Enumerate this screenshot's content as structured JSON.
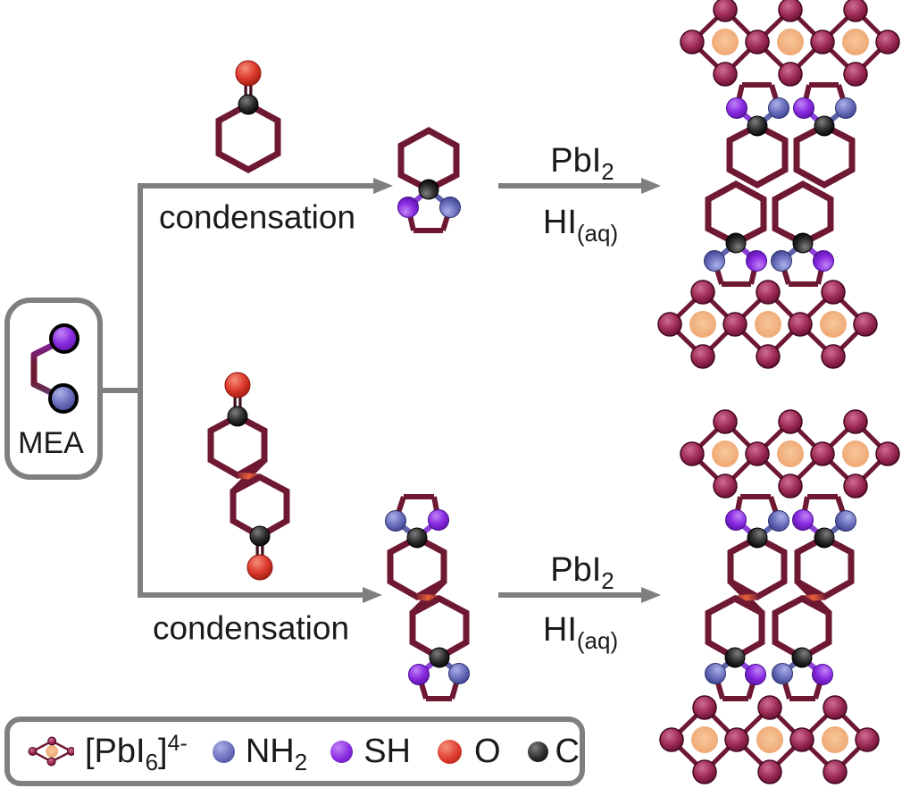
{
  "figure": {
    "description_hint": "reaction scheme",
    "labels": {
      "mea": "MEA",
      "condensation_top": "condensation",
      "condensation_bottom": "condensation"
    },
    "reaction": {
      "reagent_main": "PbI",
      "reagent_sub": "2",
      "solvent_main": "HI",
      "solvent_sub": "(aq)"
    },
    "legend": {
      "pbi6_pre": "[PbI",
      "pbi6_sub": "6",
      "pbi6_close": "]",
      "pbi6_sup": "4-",
      "nh2_main": "NH",
      "nh2_sub": "2",
      "sh": "SH",
      "o": "O",
      "c": "C"
    },
    "colors": {
      "bond_maroon": "#6e1832",
      "crossing_bond_red": "#e8603a",
      "iodide_sphere": "#9c2a55",
      "lead_center_orange": "#efab77",
      "nh2_blue": "#6b70bd",
      "sh_purple": "#8a2be2",
      "oxygen_red": "#dd3a2c",
      "carbon_black": "#1a1a1a",
      "arrow_gray": "#7f7f7f",
      "text": "#1a1a1a"
    }
  }
}
